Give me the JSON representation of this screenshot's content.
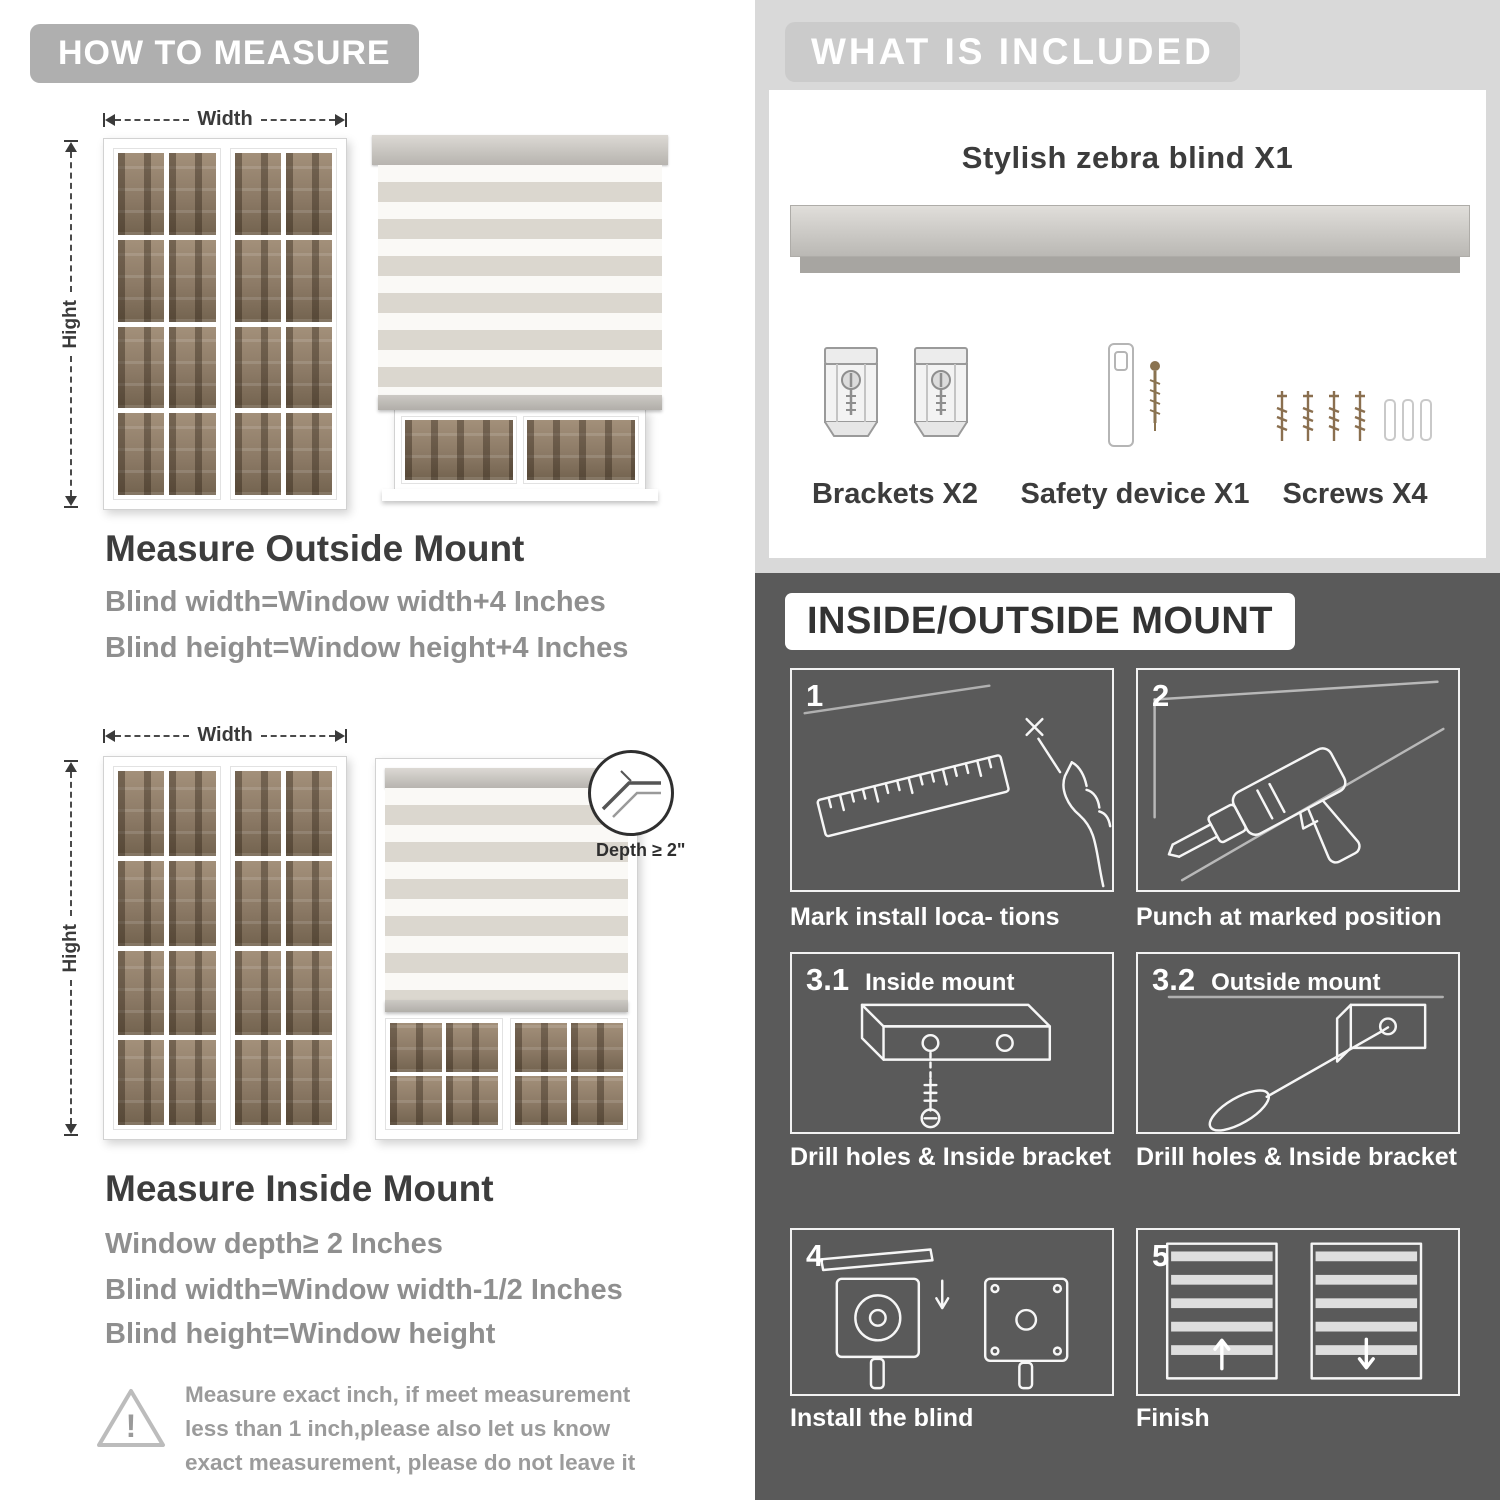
{
  "left": {
    "header": "HOW TO MEASURE",
    "outside": {
      "width_label": "Width",
      "height_label": "Hight",
      "title": "Measure Outside Mount",
      "specs": [
        "Blind width=Window width+4 Inches",
        "Blind height=Window height+4 Inches"
      ]
    },
    "inside": {
      "width_label": "Width",
      "height_label": "Hight",
      "depth_label": "Depth ≥ 2\"",
      "title": "Measure Inside Mount",
      "specs": [
        "Window depth≥ 2 Inches",
        "Blind width=Window width-1/2 Inches",
        "Blind height=Window height"
      ]
    },
    "warning_text": "Measure exact inch, if meet measurement less than 1 inch,please also let us know exact measurement, please do not leave it"
  },
  "included": {
    "header": "WHAT IS INCLUDED",
    "product_label": "Stylish zebra blind X1",
    "items": [
      {
        "label": "Brackets X2"
      },
      {
        "label": "Safety device X1"
      },
      {
        "label": "Screws X4"
      }
    ]
  },
  "mount": {
    "header": "INSIDE/OUTSIDE MOUNT",
    "steps": [
      {
        "num": "1",
        "tag": "",
        "caption": "Mark install loca- tions"
      },
      {
        "num": "2",
        "tag": "",
        "caption": "Punch at  marked position"
      },
      {
        "num": "3.1",
        "tag": "Inside mount",
        "caption": "Drill holes &  Inside bracket"
      },
      {
        "num": "3.2",
        "tag": "Outside mount",
        "caption": "Drill holes &  Inside bracket"
      },
      {
        "num": "4",
        "tag": "",
        "caption": "Install the blind"
      },
      {
        "num": "5",
        "tag": "",
        "caption": "Finish"
      }
    ]
  }
}
